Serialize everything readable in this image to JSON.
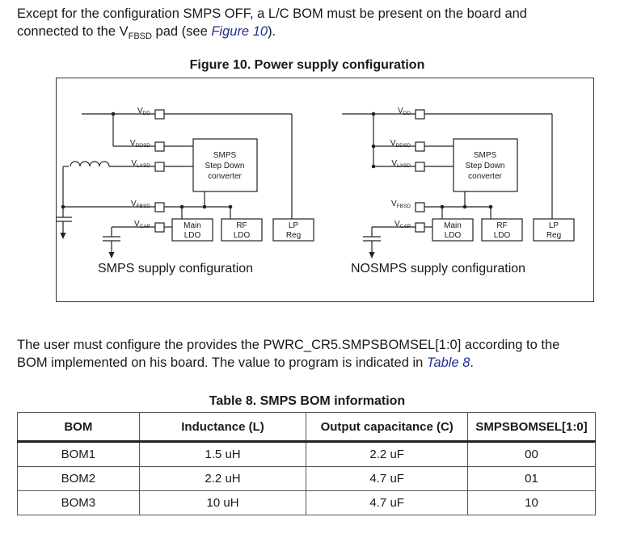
{
  "intro": {
    "line1": "Except for the configuration SMPS OFF, a L/C BOM must be present on the board and",
    "line2_pre": "connected to the V",
    "line2_sub": "FBSD",
    "line2_mid": " pad (see ",
    "line2_link": "Figure 10",
    "line2_post": ")."
  },
  "figure": {
    "title": "Figure 10. Power supply configuration",
    "left": {
      "caption": "SMPS supply configuration",
      "pins": [
        "V",
        "V",
        "V",
        "V",
        "V"
      ],
      "pin_subs": [
        "DD",
        "DDSD",
        "LXSD",
        "FBSD",
        "CAP"
      ],
      "converter": [
        "SMPS",
        "Step Down",
        "converter"
      ],
      "main_ldo": [
        "Main",
        "LDO"
      ],
      "rf_ldo": [
        "RF",
        "LDO"
      ],
      "lp_reg": [
        "LP",
        "Reg"
      ]
    },
    "right": {
      "caption": "NOSMPS supply  configuration",
      "pins": [
        "V",
        "V",
        "V",
        "V",
        "V"
      ],
      "pin_subs": [
        "DD",
        "DDSD",
        "LXSD",
        "FBSD",
        "CAP"
      ],
      "converter": [
        "SMPS",
        "Step Down",
        "converter"
      ],
      "main_ldo": [
        "Main",
        "LDO"
      ],
      "rf_ldo": [
        "RF",
        "LDO"
      ],
      "lp_reg": [
        "LP",
        "Reg"
      ]
    }
  },
  "para2": {
    "line1": "The user must configure the provides the PWRC_CR5.SMPSBOMSEL[1:0] according to the",
    "line2_pre": "BOM implemented on his board. The value to program is indicated in ",
    "line2_link": "Table 8",
    "line2_post": "."
  },
  "table": {
    "title": "Table 8. SMPS BOM information",
    "headers": [
      "BOM",
      "Inductance (L)",
      "Output capacitance (C)",
      "SMPSBOMSEL[1:0]"
    ],
    "rows": [
      [
        "BOM1",
        "1.5 uH",
        "2.2 uF",
        "00"
      ],
      [
        "BOM2",
        "2.2 uH",
        "4.7 uF",
        "01"
      ],
      [
        "BOM3",
        "10 uH",
        "4.7 uF",
        "10"
      ]
    ]
  }
}
